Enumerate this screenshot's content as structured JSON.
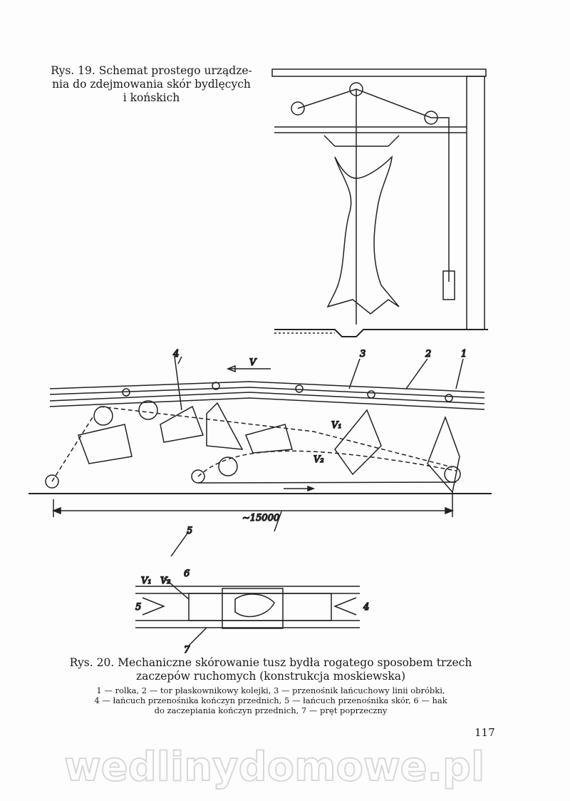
{
  "figure19": {
    "caption_lines": [
      "Rys. 19. Schemat prostego urządze-",
      "nia do zdejmowania skór bydlęcych",
      "i końskich"
    ]
  },
  "figure20": {
    "labels": {
      "n1": "1",
      "n2": "2",
      "n3": "3",
      "n4": "4",
      "v": "V",
      "v1": "V₁",
      "v2": "V₂",
      "n5": "5",
      "dim": "~15000"
    },
    "plan_labels": {
      "v1": "V₁",
      "v2": "V₂",
      "n6": "6",
      "n5": "5",
      "n4": "4",
      "n7": "7"
    },
    "caption_lines": [
      "Rys. 20. Mechaniczne skórowanie tusz bydła rogatego sposobem trzech",
      "zaczepów ruchomych (konstrukcja moskiewska)"
    ],
    "legend_lines": [
      "1 — rolka, 2 — tor płaskownikowy kolejki, 3 — przenośnik łańcuchowy linii obróbki,",
      "4 — łańcuch przenośnika kończyn przednich, 5 — łańcuch przenośnika skór, 6 — hak",
      "do zaczepiania kończyn przednich, 7 — pręt poprzeczny"
    ]
  },
  "page_number": "117",
  "watermark": "wedlinydomowe.pl"
}
